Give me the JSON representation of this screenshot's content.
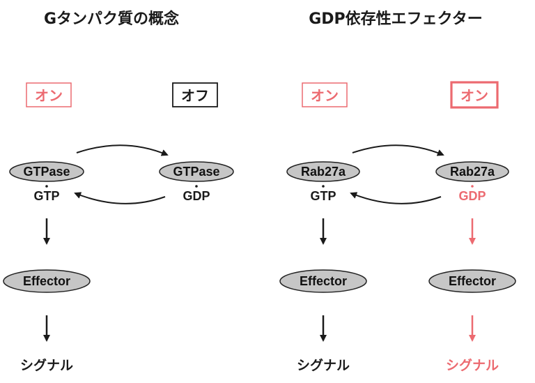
{
  "colors": {
    "ink": "#1a1a1a",
    "accent": "#ec6a70",
    "oval_fill": "#c6c6c6",
    "oval_stroke": "#222222",
    "box_fill": "#ffffff"
  },
  "left_panel": {
    "title": "Gタンパク質の概念",
    "state_on": "オン",
    "state_off": "オフ",
    "node_left": "GTPase",
    "node_right": "GTPase",
    "nucleotide_left": "GTP",
    "nucleotide_right": "GDP",
    "effector": "Effector",
    "signal": "シグナル"
  },
  "right_panel": {
    "title": "GDP依存性エフェクター",
    "state_left": "オン",
    "state_right": "オン",
    "node_left": "Rab27a",
    "node_right": "Rab27a",
    "nucleotide_left": "GTP",
    "nucleotide_right": "GDP",
    "effector_left": "Effector",
    "effector_right": "Effector",
    "signal_left": "シグナル",
    "signal_right": "シグナル"
  }
}
